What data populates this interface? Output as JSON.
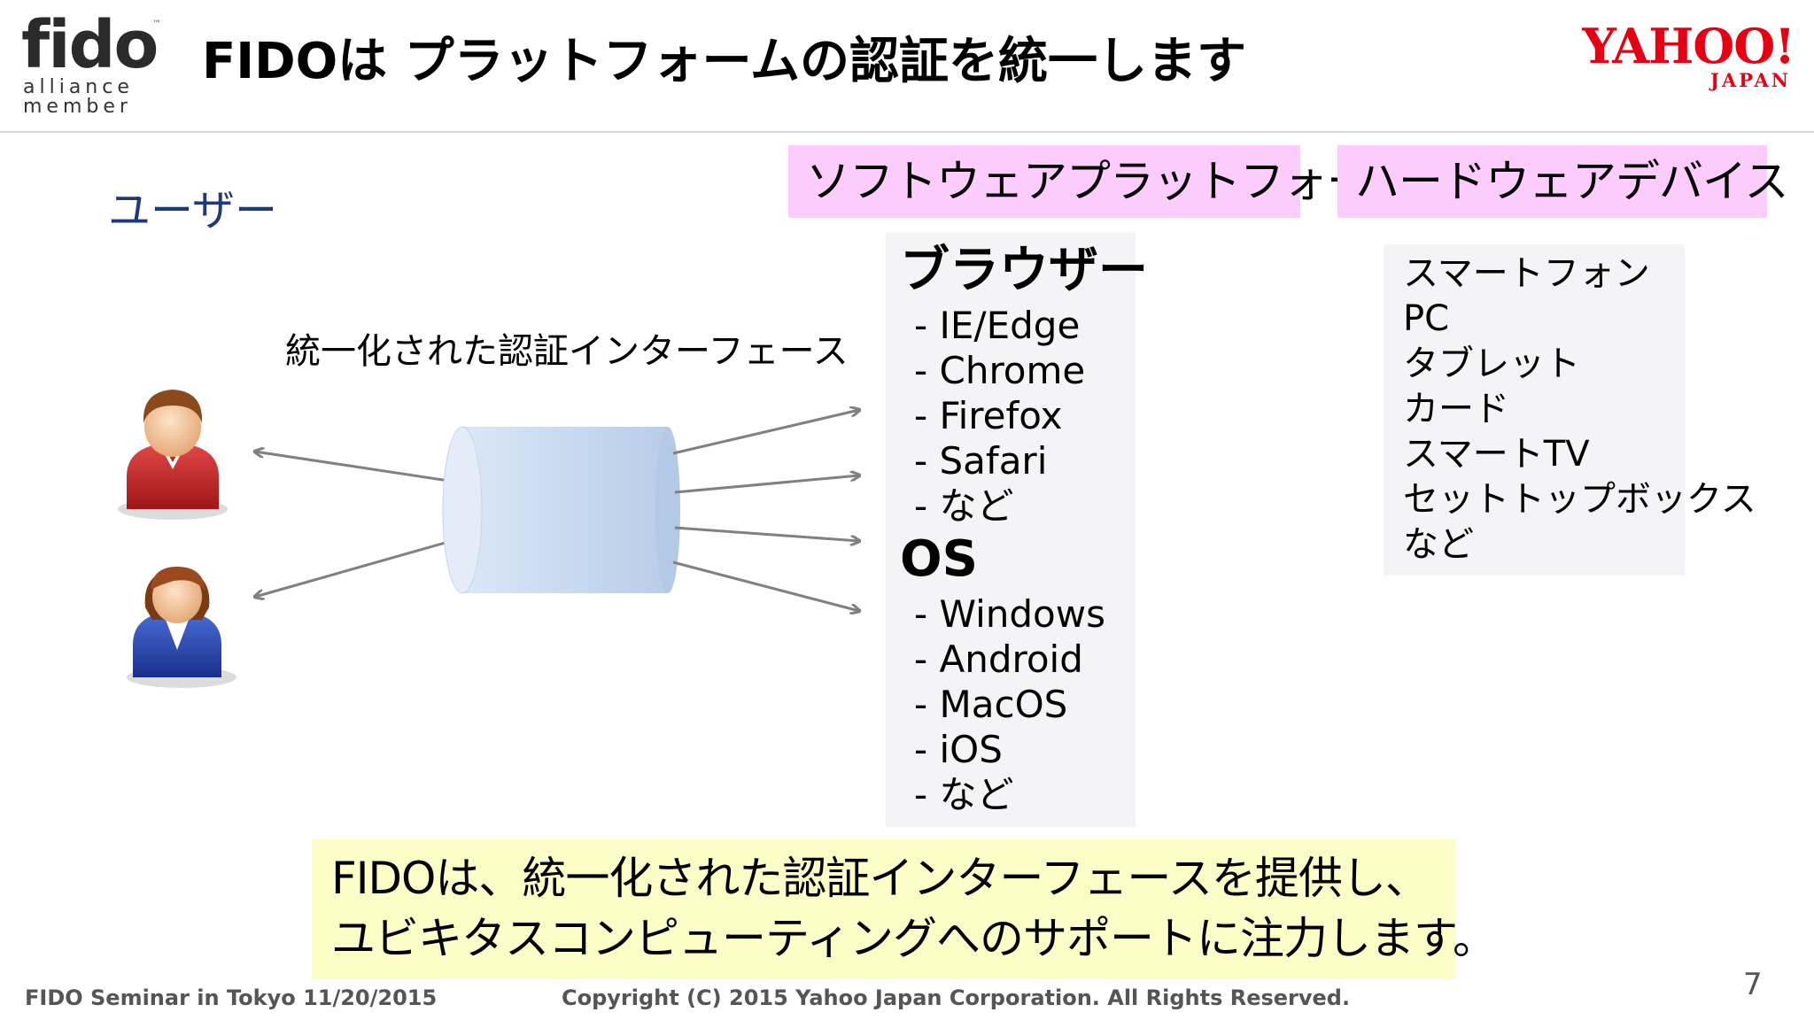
{
  "header": {
    "title": "FIDOは プラットフォームの認証を統一します",
    "fido_logo": {
      "word": "fido",
      "line1": "alliance",
      "line2": "member"
    },
    "yahoo_logo": {
      "main": "YAHOO!",
      "sub": "JAPAN"
    }
  },
  "colors": {
    "pink_header_bg": "#fccdfc",
    "callout_bg": "#fdfdc8",
    "user_label": "#1f3a7a",
    "yahoo_red": "#e60012",
    "fido_accent": "#e8a62b",
    "cylinder": "#c9daf0"
  },
  "left": {
    "user_label": "ユーザー",
    "interface_label": "統一化された認証インターフェース",
    "icons": [
      "male-user-icon",
      "female-user-icon"
    ]
  },
  "software": {
    "header": "ソフトウェアプラットフォーム",
    "browser_heading": "ブラウザー",
    "browsers": [
      "- IE/Edge",
      "- Chrome",
      "- Firefox",
      "- Safari",
      "- など"
    ],
    "os_heading": "OS",
    "os_list": [
      "- Windows",
      "- Android",
      "- MacOS",
      "- iOS",
      "- など"
    ]
  },
  "hardware": {
    "header": "ハードウェアデバイス",
    "items": [
      "スマートフォン",
      "PC",
      "タブレット",
      "カード",
      "スマートTV",
      "セットトップボックス",
      "など"
    ]
  },
  "callout": {
    "line1": "FIDOは、統一化された認証インターフェースを提供し、",
    "line2": "ユビキタスコンピューティングへのサポートに注力します。"
  },
  "footer": {
    "left": "FIDO Seminar in Tokyo 11/20/2015",
    "center": "Copyright (C) 2015 Yahoo Japan Corporation. All Rights Reserved.",
    "page": "7"
  }
}
